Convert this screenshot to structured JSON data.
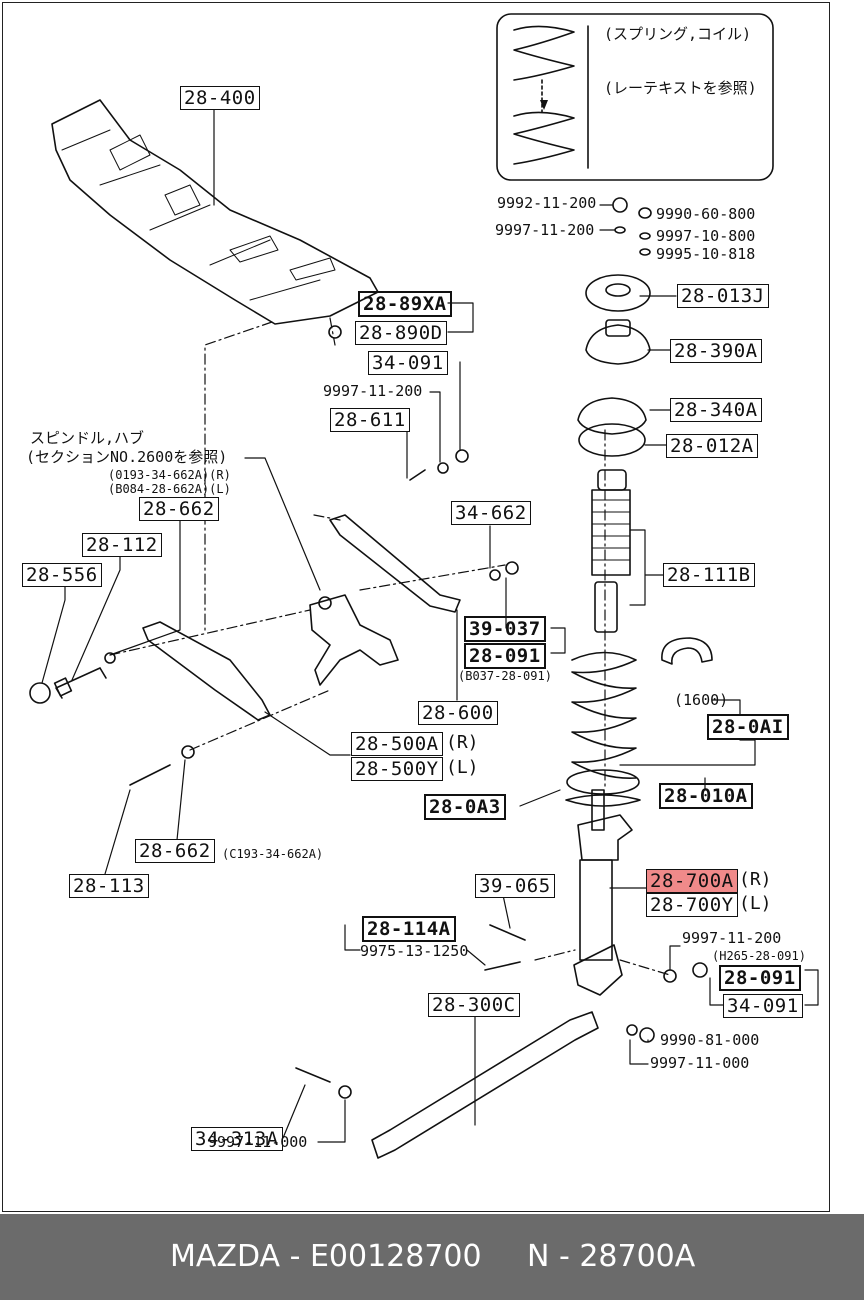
{
  "spring_note": {
    "line1": "(スプリング,コイル)",
    "line2": "(レーテキストを参照)"
  },
  "parts": {
    "p28_400": "28-400",
    "p9992_11_200": "9992-11-200",
    "p9990_60_800": "9990-60-800",
    "p9997_11_200_top": "9997-11-200",
    "p9997_10_800": "9997-10-800",
    "p9995_10_818": "9995-10-818",
    "p28_013J": "28-013J",
    "p28_89XA": "28-89XA",
    "p28_890D": "28-890D",
    "p28_390A": "28-390A",
    "p34_091_top": "34-091",
    "p9997_11_200_mid": "9997-11-200",
    "p28_340A": "28-340A",
    "p28_611": "28-611",
    "p28_012A": "28-012A",
    "spindle_note1": "スピンドル,ハブ",
    "spindle_note2": "(セクションNO.2600を参照)",
    "spindle_note3": "(0193-34-662A)(R)",
    "spindle_note4": "(B084-28-662A)(L)",
    "p28_662_top": "28-662",
    "p34_662": "34-662",
    "p28_112": "28-112",
    "p28_556": "28-556",
    "p28_111B": "28-111B",
    "p39_037": "39-037",
    "p28_091_mid": "28-091",
    "b037_note": "(B037-28-091)",
    "p1600": "(1600)",
    "p28_0AI": "28-0AI",
    "p28_600": "28-600",
    "p28_500A": "28-500A",
    "p28_500Y": "28-500Y",
    "suffix_R1": "(R)",
    "suffix_L1": "(L)",
    "p28_010A": "28-010A",
    "p28_0A3": "28-0A3",
    "p28_662_bottom": "28-662",
    "c0193_note": "(C193-34-662A)",
    "p28_700A": "28-700A",
    "p28_700Y": "28-700Y",
    "suffix_R2": "(R)",
    "suffix_L2": "(L)",
    "p28_113": "28-113",
    "p39_065": "39-065",
    "p28_114A": "28-114A",
    "p9975_13_1250": "9975-13-1250",
    "p9997_11_200_low": "9997-11-200",
    "h265_note": "(H265-28-091)",
    "p28_091_low": "28-091",
    "p34_091_low": "34-091",
    "p28_300C": "28-300C",
    "p9990_81_000": "9990-81-000",
    "p9997_11_000_right": "9997-11-000",
    "p34_313A": "34-313A",
    "p9997_11_000_left": "9997-11-000"
  },
  "footer": {
    "brand": "MAZDA - E00128700",
    "part": "N - 28700A"
  },
  "colors": {
    "highlight": "#f08a8a",
    "footer_bg": "#6b6b6b"
  }
}
